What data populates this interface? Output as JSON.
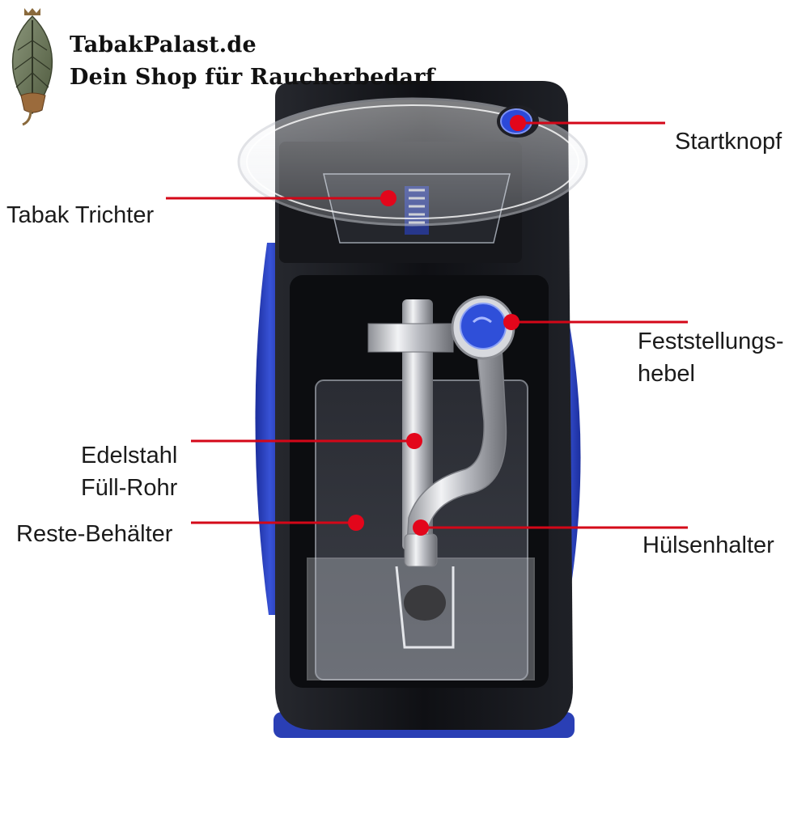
{
  "brand": {
    "line1": "TabakPalast.de",
    "line2": "Dein Shop für Raucherbedarf",
    "logo_icon": "tobacco-leaf-pipe-crown-icon",
    "logo_color": "#6e7a5a"
  },
  "product": {
    "body_color": "#111318",
    "accent_color": "#2a3fb5",
    "marker_color": "#e3061b"
  },
  "callouts": {
    "startknopf": "Startknopf",
    "tabak_trichter": "Tabak Trichter",
    "feststellungshebel_line1": "Feststellungs-",
    "feststellungshebel_line2": "hebel",
    "edelstahl_line1": "Edelstahl",
    "edelstahl_line2": "Füll-Rohr",
    "reste_behaelter": "Reste-Behälter",
    "huelsenhalter": "Hülsenhalter"
  }
}
